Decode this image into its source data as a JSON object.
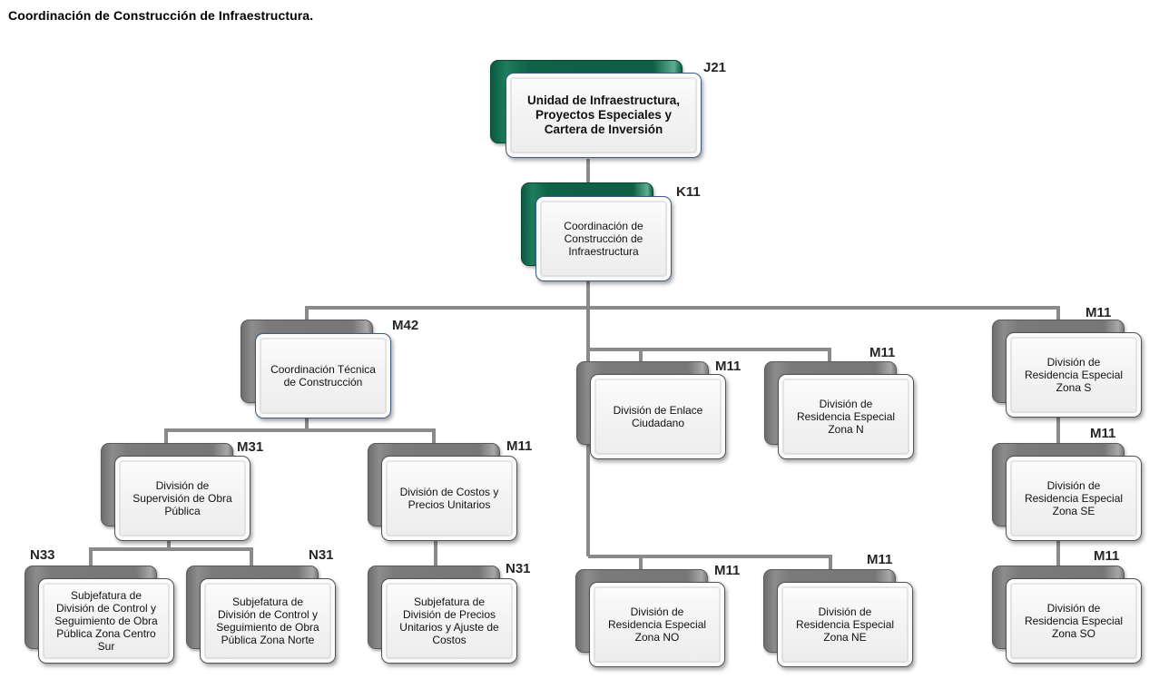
{
  "page": {
    "title": "Coordinación de Construcción de Infraestructura."
  },
  "colors": {
    "green_back": "#0e6247",
    "gray_back": "#777777",
    "connector": "#8a8a8a",
    "front_border_blue": "#3d5a80",
    "front_border_gray": "#505050"
  },
  "nodes": [
    {
      "id": "unidad-infraestructura",
      "code": "J21",
      "label": "Unidad de Infraestructura,\nProyectos Especiales y\nCartera de Inversión",
      "style": "green",
      "bold": true
    },
    {
      "id": "coordinacion-construccion",
      "code": "K11",
      "label": "Coordinación de\nConstrucción de\nInfraestructura",
      "style": "green",
      "bold": false
    },
    {
      "id": "coordinacion-tecnica",
      "code": "M42",
      "label": "Coordinación Técnica\nde Construcción",
      "style": "gray",
      "bold": false
    },
    {
      "id": "division-supervision",
      "code": "M31",
      "label": "División de\nSupervisión de Obra\nPública",
      "style": "gray",
      "bold": false
    },
    {
      "id": "division-costos",
      "code": "M11",
      "label": "División de Costos y\nPrecios Unitarios",
      "style": "gray",
      "bold": false
    },
    {
      "id": "subjefatura-centro-sur",
      "code": "N33",
      "label": "Subjefatura de\nDivisión de Control y\nSeguimiento de Obra\nPública Zona Centro\nSur",
      "style": "gray",
      "bold": false
    },
    {
      "id": "subjefatura-norte",
      "code": "N31",
      "label": "Subjefatura de\nDivisión de Control y\nSeguimiento de Obra\nPública Zona Norte",
      "style": "gray",
      "bold": false
    },
    {
      "id": "subjefatura-precios",
      "code": "N31",
      "label": "Subjefatura de\nDivisión de Precios\nUnitarios y Ajuste de\nCostos",
      "style": "gray",
      "bold": false
    },
    {
      "id": "division-enlace",
      "code": "M11",
      "label": "División de Enlace\nCiudadano",
      "style": "gray",
      "bold": false
    },
    {
      "id": "residencia-n",
      "code": "M11",
      "label": "División de\nResidencia Especial\nZona N",
      "style": "gray",
      "bold": false
    },
    {
      "id": "residencia-no",
      "code": "M11",
      "label": "División de\nResidencia Especial\nZona NO",
      "style": "gray",
      "bold": false
    },
    {
      "id": "residencia-ne",
      "code": "M11",
      "label": "División de\nResidencia Especial\nZona NE",
      "style": "gray",
      "bold": false
    },
    {
      "id": "residencia-s",
      "code": "M11",
      "label": "División de\nResidencia Especial\nZona S",
      "style": "gray",
      "bold": false
    },
    {
      "id": "residencia-se",
      "code": "M11",
      "label": "División de\nResidencia Especial\nZona SE",
      "style": "gray",
      "bold": false
    },
    {
      "id": "residencia-so",
      "code": "M11",
      "label": "División de\nResidencia Especial\nZona SO",
      "style": "gray",
      "bold": false
    }
  ]
}
